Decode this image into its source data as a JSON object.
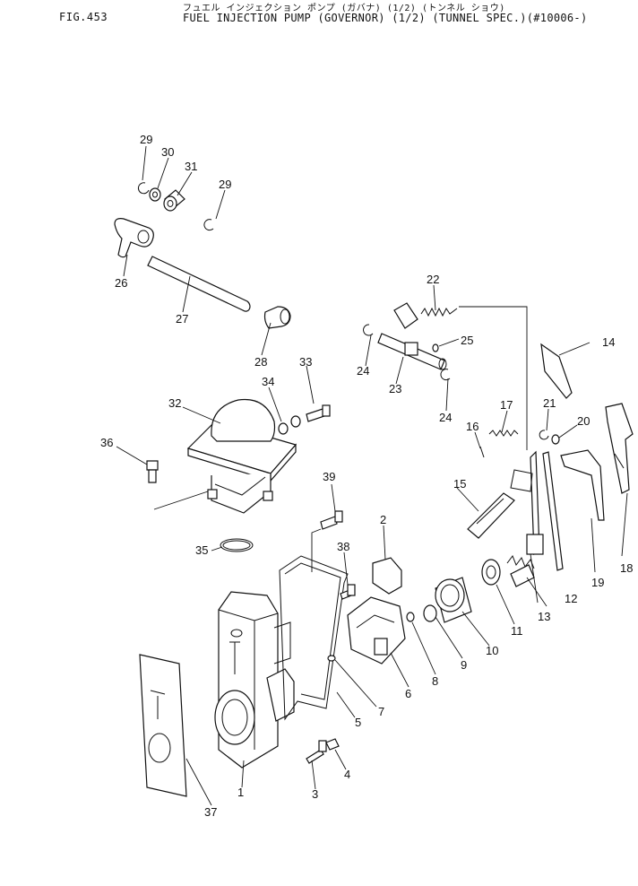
{
  "header": {
    "figure_no": "FIG.453",
    "title_jp": "フュエル インジェクション ポンプ (ガバナ) (1/2) (トンネル ショウ)",
    "title_en": "FUEL INJECTION PUMP (GOVERNOR) (1/2) (TUNNEL SPEC.)(#10006-)"
  },
  "callouts": [
    {
      "id": "c1",
      "text": "1"
    },
    {
      "id": "c2",
      "text": "2"
    },
    {
      "id": "c3",
      "text": "3"
    },
    {
      "id": "c4",
      "text": "4"
    },
    {
      "id": "c5",
      "text": "5"
    },
    {
      "id": "c6",
      "text": "6"
    },
    {
      "id": "c7",
      "text": "7"
    },
    {
      "id": "c8",
      "text": "8"
    },
    {
      "id": "c9",
      "text": "9"
    },
    {
      "id": "c10",
      "text": "10"
    },
    {
      "id": "c11",
      "text": "11"
    },
    {
      "id": "c12",
      "text": "12"
    },
    {
      "id": "c13",
      "text": "13"
    },
    {
      "id": "c14",
      "text": "14"
    },
    {
      "id": "c15",
      "text": "15"
    },
    {
      "id": "c16",
      "text": "16"
    },
    {
      "id": "c17",
      "text": "17"
    },
    {
      "id": "c18",
      "text": "18"
    },
    {
      "id": "c19",
      "text": "19"
    },
    {
      "id": "c20",
      "text": "20"
    },
    {
      "id": "c21",
      "text": "21"
    },
    {
      "id": "c22",
      "text": "22"
    },
    {
      "id": "c23",
      "text": "23"
    },
    {
      "id": "c24a",
      "text": "24"
    },
    {
      "id": "c24b",
      "text": "24"
    },
    {
      "id": "c25",
      "text": "25"
    },
    {
      "id": "c26",
      "text": "26"
    },
    {
      "id": "c27",
      "text": "27"
    },
    {
      "id": "c28",
      "text": "28"
    },
    {
      "id": "c29a",
      "text": "29"
    },
    {
      "id": "c29b",
      "text": "29"
    },
    {
      "id": "c30",
      "text": "30"
    },
    {
      "id": "c31",
      "text": "31"
    },
    {
      "id": "c32",
      "text": "32"
    },
    {
      "id": "c33",
      "text": "33"
    },
    {
      "id": "c34",
      "text": "34"
    },
    {
      "id": "c35",
      "text": "35"
    },
    {
      "id": "c36",
      "text": "36"
    },
    {
      "id": "c37",
      "text": "37"
    },
    {
      "id": "c38",
      "text": "38"
    },
    {
      "id": "c39",
      "text": "39"
    }
  ]
}
